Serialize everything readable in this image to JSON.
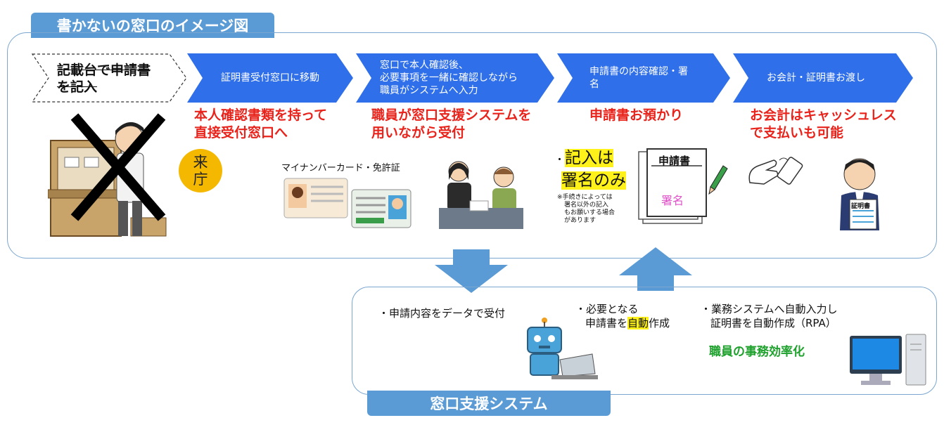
{
  "title": "書かないの窓口のイメージ図",
  "flow": {
    "step0": {
      "line1": "記載台で申請書",
      "line2": "を記入"
    },
    "step1": "証明書受付窓口に移動",
    "step2": {
      "line1": "窓口で本人確認後、",
      "line2": "必要事項を一緒に確認しながら",
      "line3": "職員がシステムへ入力"
    },
    "step3": {
      "line1": "申請書の内容確認・署",
      "line2": "名"
    },
    "step4": "お会計・証明書お渡し"
  },
  "captions": {
    "c1": {
      "line1": "本人確認書類を持って",
      "line2": "直接受付窓口へ"
    },
    "c2": {
      "line1": "職員が窓口支援システムを",
      "line2": "用いながら受付"
    },
    "c3": "申請書お預かり",
    "c4": {
      "line1": "お会計はキャッシュレス",
      "line2": "で支払いも可能"
    }
  },
  "visit_badge": {
    "line1": "来",
    "line2": "庁"
  },
  "id_cards_label": "マイナンバーカード・免許証",
  "sign_note": {
    "bullet": "・",
    "line1": "記入は",
    "line2": "署名のみ"
  },
  "footnote": {
    "line1": "※手続きによっては",
    "line2": "署名以外の記入",
    "line3": "もお願いする場合",
    "line4": "があります"
  },
  "doc": {
    "header": "申請書",
    "sign": "署名"
  },
  "cert_label": "証明書",
  "system": {
    "title": "窓口支援システム",
    "item1": "・申請内容をデータで受付",
    "item2": {
      "line1": "・必要となる",
      "line2a": "申請書を",
      "line2b": "自動",
      "line2c": "作成"
    },
    "item3": {
      "line1": "・業務システムへ自動入力し",
      "line2": "証明書を自動作成（RPA）"
    },
    "efficiency": "職員の事務効率化"
  },
  "colors": {
    "accent": "#5b9bd5",
    "chevron": "#2f6fe9",
    "red": "#e8231b",
    "green": "#1fa12d",
    "highlight": "#fff21a",
    "badge": "#f5b800"
  }
}
